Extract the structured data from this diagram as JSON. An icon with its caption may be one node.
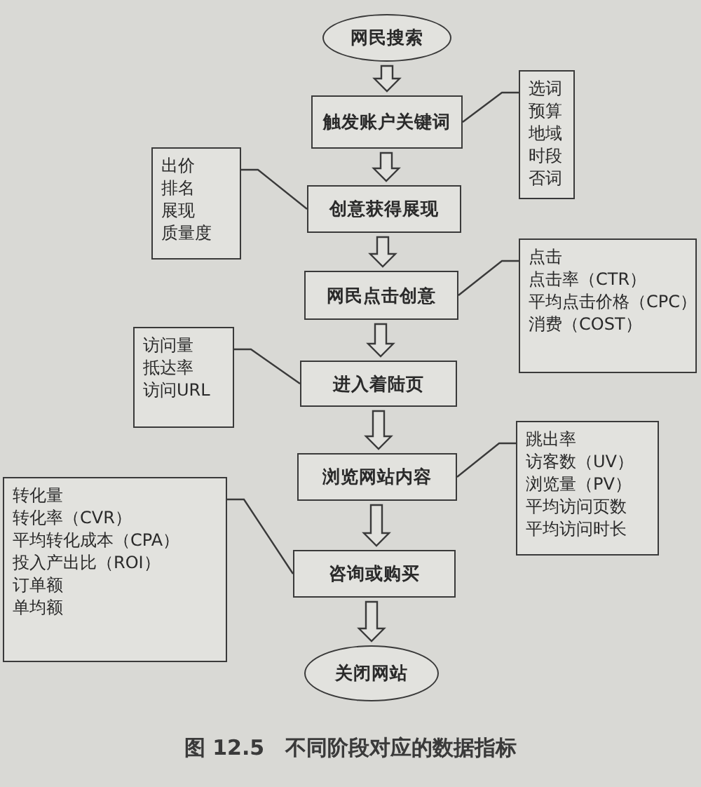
{
  "diagram": {
    "caption": "图 12.5　不同阶段对应的数据指标",
    "nodes": [
      {
        "text": [
          "网民搜索"
        ]
      },
      {
        "text": [
          "触发账户关键词"
        ]
      },
      {
        "text": [
          "选词",
          "预算",
          "地域",
          "时段",
          "否词"
        ]
      },
      {
        "text": [
          "出价",
          "排名",
          "展现",
          "质量度"
        ]
      },
      {
        "text": [
          "创意获得展现"
        ]
      },
      {
        "text": [
          "网民点击创意"
        ]
      },
      {
        "text": [
          "点击",
          "点击率（CTR）",
          "平均点击价格（CPC）",
          "消费（COST）"
        ]
      },
      {
        "text": [
          "访问量",
          "抵达率",
          "访问URL"
        ]
      },
      {
        "text": [
          "进入着陆页"
        ]
      },
      {
        "text": [
          "浏览网站内容"
        ]
      },
      {
        "text": [
          "跳出率",
          "访客数（UV）",
          "浏览量（PV）",
          "平均访问页数",
          "平均访问时长"
        ]
      },
      {
        "text": [
          "转化量",
          "转化率（CVR）",
          "平均转化成本（CPA）",
          "投入产出比（ROI）",
          "订单额",
          "单均额"
        ]
      },
      {
        "text": [
          "咨询或购买"
        ]
      },
      {
        "text": [
          "关闭网站"
        ]
      }
    ],
    "edges": [
      {
        "from": 0,
        "to": 1,
        "arrow": "to"
      },
      {
        "from": 1,
        "to": 4,
        "arrow": "to"
      },
      {
        "from": 4,
        "to": 5,
        "arrow": "to"
      },
      {
        "from": 5,
        "to": 8,
        "arrow": "to"
      },
      {
        "from": 8,
        "to": 9,
        "arrow": "to"
      },
      {
        "from": 9,
        "to": 12,
        "arrow": "to"
      },
      {
        "from": 12,
        "to": 13,
        "arrow": "to"
      },
      {
        "from": 1,
        "to": 2,
        "arrow": "none"
      },
      {
        "from": 4,
        "to": 3,
        "arrow": "none"
      },
      {
        "from": 5,
        "to": 6,
        "arrow": "none"
      },
      {
        "from": 8,
        "to": 7,
        "arrow": "none"
      },
      {
        "from": 9,
        "to": 10,
        "arrow": "none"
      },
      {
        "from": 12,
        "to": 11,
        "arrow": "none"
      }
    ]
  }
}
